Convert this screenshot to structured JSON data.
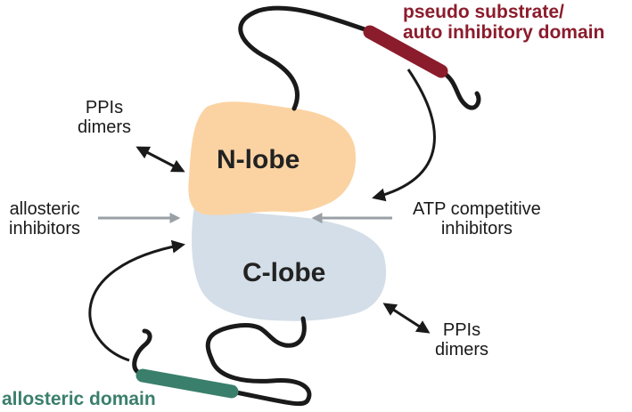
{
  "colors": {
    "n_lobe": "#fbd3a3",
    "c_lobe": "#d3dee8",
    "autoinhibitory_domain": "#8b1c2c",
    "allosteric_domain": "#3a7f6c",
    "linker": "#1a1a1a",
    "inhibitor_arrow": "#9aa0a6"
  },
  "lobes": {
    "n": "N-lobe",
    "c": "C-lobe"
  },
  "labels": {
    "pseudo_substrate": [
      "pseudo substrate/",
      "auto inhibitory domain"
    ],
    "ppi_top": [
      "PPIs",
      "dimers"
    ],
    "allosteric_inhibitors": [
      "allosteric",
      "inhibitors"
    ],
    "atp_inhibitors": [
      "ATP competitive",
      "inhibitors"
    ],
    "ppi_bottom": [
      "PPIs",
      "dimers"
    ],
    "allosteric_domain": "allosteric domain"
  }
}
